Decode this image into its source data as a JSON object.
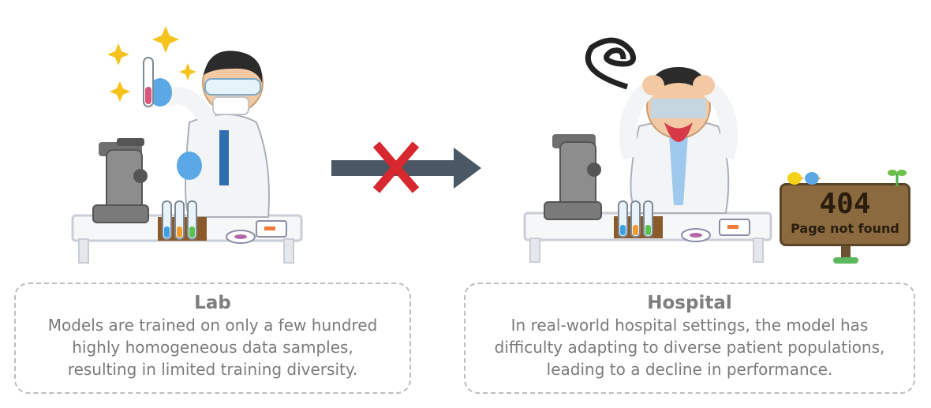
{
  "lab": {
    "title": "Lab",
    "lines": [
      "Models are trained on only a few hundred",
      "highly homogeneous data samples,",
      "resulting in limited training diversity."
    ]
  },
  "hospital": {
    "title": "Hospital",
    "lines": [
      "In real-world hospital settings, the model has",
      "difficulty adapting to diverse patient populations,",
      "leading to a decline in performance."
    ]
  },
  "sign": {
    "code": "404",
    "message": "Page not found"
  },
  "colors": {
    "arrow": "#4a5866",
    "cross": "#d7282f",
    "coat": "#f2f4f6",
    "glove": "#5aa9e6",
    "microscope": "#8d8d8d",
    "sign_wood": "#8a6a3e"
  },
  "icons": {
    "transition_arrow": "right-arrow-icon",
    "blocked": "cross-icon"
  }
}
